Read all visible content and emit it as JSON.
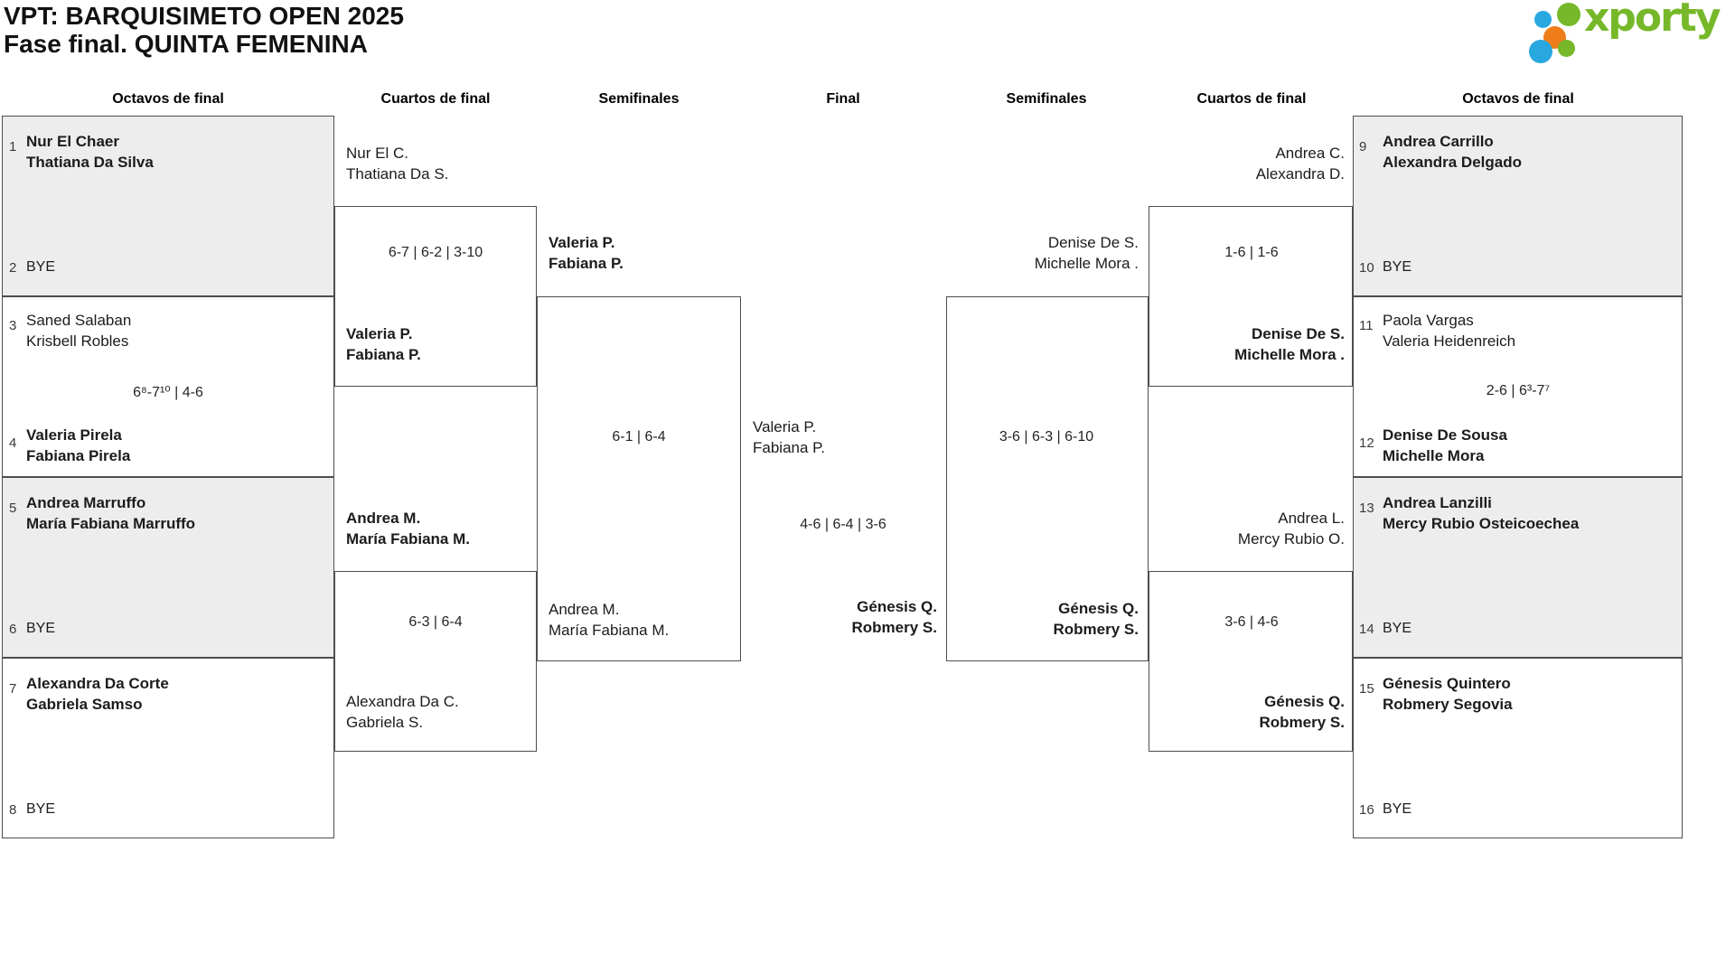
{
  "title": {
    "line1": "VPT: BARQUISIMETO OPEN 2025",
    "line2": "Fase final. QUINTA FEMENINA"
  },
  "logo": {
    "text": "xporty",
    "green": "#76b82a",
    "blue": "#29a8e0",
    "orange": "#ef7d1a"
  },
  "round_headers": [
    "Octavos de final",
    "Cuartos de final",
    "Semifinales",
    "Final",
    "Semifinales",
    "Cuartos de final",
    "Octavos de final"
  ],
  "octavos_left": [
    {
      "seed_a": "1",
      "team_a": {
        "l1": "Nur El Chaer",
        "l2": "Thatiana Da Silva"
      },
      "seed_b": "2",
      "team_b": {
        "l1": "BYE"
      }
    },
    {
      "seed_a": "3",
      "team_a": {
        "l1": "Saned Salaban",
        "l2": "Krisbell Robles"
      },
      "score": "6⁸-7¹⁰ | 4-6",
      "seed_b": "4",
      "team_b": {
        "l1": "Valeria Pirela",
        "l2": "Fabiana Pirela"
      }
    },
    {
      "seed_a": "5",
      "team_a": {
        "l1": "Andrea Marruffo",
        "l2": "María Fabiana Marruffo"
      },
      "seed_b": "6",
      "team_b": {
        "l1": "BYE"
      }
    },
    {
      "seed_a": "7",
      "team_a": {
        "l1": "Alexandra Da Corte",
        "l2": "Gabriela Samso"
      },
      "seed_b": "8",
      "team_b": {
        "l1": "BYE"
      }
    }
  ],
  "octavos_right": [
    {
      "seed_a": "9",
      "team_a": {
        "l1": "Andrea Carrillo",
        "l2": "Alexandra Delgado"
      },
      "seed_b": "10",
      "team_b": {
        "l1": "BYE"
      }
    },
    {
      "seed_a": "11",
      "team_a": {
        "l1": "Paola Vargas",
        "l2": "Valeria Heidenreich"
      },
      "score": "2-6 | 6³-7⁷",
      "seed_b": "12",
      "team_b": {
        "l1": "Denise De Sousa",
        "l2": "Michelle Mora"
      }
    },
    {
      "seed_a": "13",
      "team_a": {
        "l1": "Andrea Lanzilli",
        "l2": "Mercy Rubio Osteicoechea"
      },
      "seed_b": "14",
      "team_b": {
        "l1": "BYE"
      }
    },
    {
      "seed_a": "15",
      "team_a": {
        "l1": "Génesis Quintero",
        "l2": "Robmery Segovia"
      },
      "seed_b": "16",
      "team_b": {
        "l1": "BYE"
      }
    }
  ],
  "cuartos_left": [
    {
      "team_a": {
        "l1": "Nur El C.",
        "l2": "Thatiana Da S."
      },
      "score": "6-7 | 6-2 | 3-10",
      "team_b": {
        "l1": "Valeria P.",
        "l2": "Fabiana P."
      }
    },
    {
      "team_a": {
        "l1": "Andrea M.",
        "l2": "María Fabiana M."
      },
      "score": "6-3 | 6-4",
      "team_b": {
        "l1": "Alexandra Da C.",
        "l2": "Gabriela S."
      }
    }
  ],
  "cuartos_right": [
    {
      "team_a": {
        "l1": "Andrea C.",
        "l2": "Alexandra D."
      },
      "score": "1-6 | 1-6",
      "team_b": {
        "l1": "Denise De S.",
        "l2": "Michelle Mora ."
      }
    },
    {
      "team_a": {
        "l1": "Andrea L.",
        "l2": "Mercy Rubio O."
      },
      "score": "3-6 | 4-6",
      "team_b": {
        "l1": "Génesis Q.",
        "l2": "Robmery S."
      }
    }
  ],
  "semi_left": {
    "team_a": {
      "l1": "Valeria P.",
      "l2": "Fabiana P."
    },
    "score": "6-1 | 6-4",
    "team_b": {
      "l1": "Andrea M.",
      "l2": "María Fabiana M."
    }
  },
  "semi_right": {
    "team_a": {
      "l1": "Denise De S.",
      "l2": "Michelle Mora ."
    },
    "score": "3-6 | 6-3 | 6-10",
    "team_b": {
      "l1": "Génesis Q.",
      "l2": "Robmery S."
    }
  },
  "final": {
    "team_a": {
      "l1": "Valeria P.",
      "l2": "Fabiana P."
    },
    "score": "4-6 | 6-4 | 3-6",
    "team_b": {
      "l1": "Génesis Q.",
      "l2": "Robmery S."
    }
  }
}
